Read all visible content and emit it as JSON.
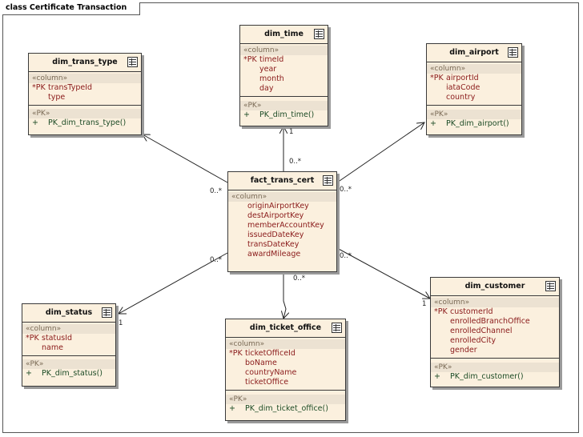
{
  "diagram": {
    "frame_label": "class Certificate Transaction"
  },
  "classes": {
    "dim_trans_type": {
      "name": "dim_trans_type",
      "column_stereotype": "«column»",
      "columns": [
        {
          "prefix": "*PK",
          "name": "transTypeId"
        },
        {
          "prefix": "",
          "name": "type"
        }
      ],
      "pk_stereotype": "«PK»",
      "operations": [
        {
          "prefix": "+",
          "name": "PK_dim_trans_type()"
        }
      ]
    },
    "dim_time": {
      "name": "dim_time",
      "column_stereotype": "«column»",
      "columns": [
        {
          "prefix": "*PK",
          "name": "timeId"
        },
        {
          "prefix": "",
          "name": "year"
        },
        {
          "prefix": "",
          "name": "month"
        },
        {
          "prefix": "",
          "name": "day"
        }
      ],
      "pk_stereotype": "«PK»",
      "operations": [
        {
          "prefix": "+",
          "name": "PK_dim_time()"
        }
      ]
    },
    "dim_airport": {
      "name": "dim_airport",
      "column_stereotype": "«column»",
      "columns": [
        {
          "prefix": "*PK",
          "name": "airportId"
        },
        {
          "prefix": "",
          "name": "iataCode"
        },
        {
          "prefix": "",
          "name": "country"
        }
      ],
      "pk_stereotype": "«PK»",
      "operations": [
        {
          "prefix": "+",
          "name": "PK_dim_airport()"
        }
      ]
    },
    "fact_trans_cert": {
      "name": "fact_trans_cert",
      "column_stereotype": "«column»",
      "columns": [
        {
          "prefix": "",
          "name": "originAirportKey"
        },
        {
          "prefix": "",
          "name": "destAirportKey"
        },
        {
          "prefix": "",
          "name": "memberAccountKey"
        },
        {
          "prefix": "",
          "name": "issuedDateKey"
        },
        {
          "prefix": "",
          "name": "transDateKey"
        },
        {
          "prefix": "",
          "name": "awardMileage"
        }
      ]
    },
    "dim_status": {
      "name": "dim_status",
      "column_stereotype": "«column»",
      "columns": [
        {
          "prefix": "*PK",
          "name": "statusId"
        },
        {
          "prefix": "",
          "name": "name"
        }
      ],
      "pk_stereotype": "«PK»",
      "operations": [
        {
          "prefix": "+",
          "name": "PK_dim_status()"
        }
      ]
    },
    "dim_ticket_office": {
      "name": "dim_ticket_office",
      "column_stereotype": "«column»",
      "columns": [
        {
          "prefix": "*PK",
          "name": "ticketOfficeId"
        },
        {
          "prefix": "",
          "name": "boName"
        },
        {
          "prefix": "",
          "name": "countryName"
        },
        {
          "prefix": "",
          "name": "ticketOffice"
        }
      ],
      "pk_stereotype": "«PK»",
      "operations": [
        {
          "prefix": "+",
          "name": "PK_dim_ticket_office()"
        }
      ]
    },
    "dim_customer": {
      "name": "dim_customer",
      "column_stereotype": "«column»",
      "columns": [
        {
          "prefix": "*PK",
          "name": "customerId"
        },
        {
          "prefix": "",
          "name": "enrolledBranchOffice"
        },
        {
          "prefix": "",
          "name": "enrolledChannel"
        },
        {
          "prefix": "",
          "name": "enrolledCity"
        },
        {
          "prefix": "",
          "name": "gender"
        }
      ],
      "pk_stereotype": "«PK»",
      "operations": [
        {
          "prefix": "+",
          "name": "PK_dim_customer()"
        }
      ]
    }
  },
  "multiplicities": {
    "time_source": "0..*",
    "time_target": "1",
    "trans_type_source": "0..*",
    "airport_source": "0..*",
    "status_source": "0..*",
    "status_target": "1",
    "ticket_office_source": "0..*",
    "customer_source": "0..*",
    "customer_target": "1"
  }
}
